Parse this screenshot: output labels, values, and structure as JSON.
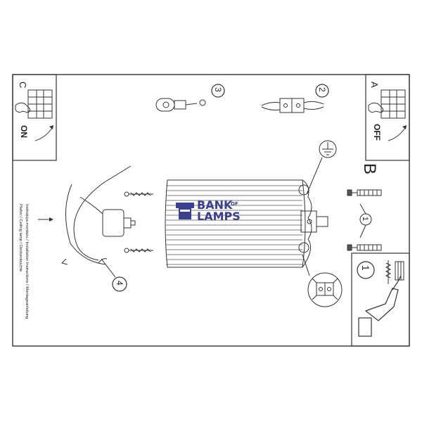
{
  "panels": {
    "a": {
      "letter": "A",
      "state": "OFF"
    },
    "c": {
      "letter": "C",
      "state": "ON"
    },
    "b": {
      "letter": "B"
    }
  },
  "steps": {
    "tool": "1",
    "screws_right": "1",
    "wiring_terminal": "2",
    "ground_ring": "3",
    "shade": "4"
  },
  "side_text": {
    "line1": "Instrukcja montażu / Installation Instructions / Montageanleitung",
    "line2": "Plafon / Ceiling lamp / Deckenleuchte"
  },
  "logo": {
    "word1": "BANK",
    "word_of": "OF",
    "word2": "LAMPS"
  },
  "colors": {
    "line": "#333333",
    "logo": "#3a3f8f"
  }
}
